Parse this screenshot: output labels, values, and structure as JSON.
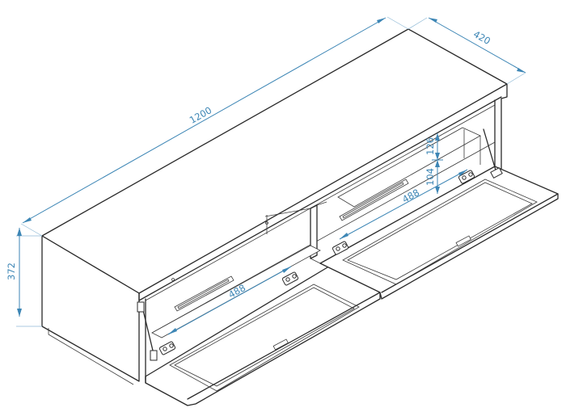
{
  "dimensions": {
    "width": "1200",
    "depth": "420",
    "height": "372",
    "compartment_left": "488",
    "compartment_right": "488",
    "shelf_upper": "126",
    "shelf_lower": "104"
  },
  "colors": {
    "dimension_line": "#3d86b5",
    "outline": "#2a2a2a"
  }
}
